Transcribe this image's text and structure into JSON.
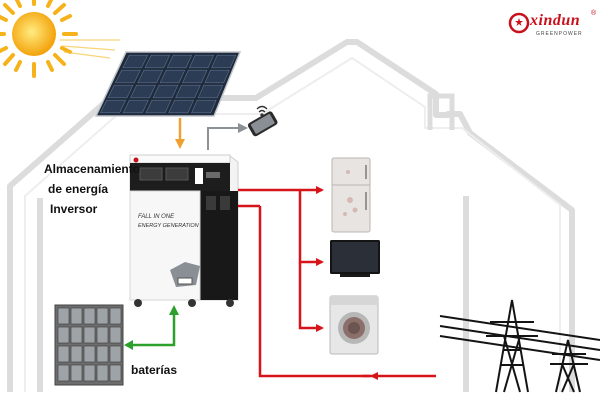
{
  "labels": {
    "storage_line1": "Almacenamiento",
    "storage_line2": "de energía",
    "storage_line3": "Inversor",
    "batteries": "baterías"
  },
  "logo": {
    "brand": "xindun",
    "tagline": "GREENPOWER",
    "registered": "®"
  },
  "device": {
    "panel_text1": "FALL IN ONE",
    "panel_text2": "ENERGY GENERATION"
  },
  "colors": {
    "house_outline": "#dcdcdc",
    "power_line": "#d7141a",
    "solar_arrow": "#f0a030",
    "battery_link": "#2ca02c",
    "wireless_link": "#8c9196",
    "brand": "#c8101a"
  },
  "icons": [
    "sun-icon",
    "solar-panel-icon",
    "smartphone-icon",
    "wifi-icon",
    "refrigerator-icon",
    "tv-icon",
    "washing-machine-icon",
    "power-tower-icon",
    "battery-bank-icon",
    "inverter-icon"
  ]
}
